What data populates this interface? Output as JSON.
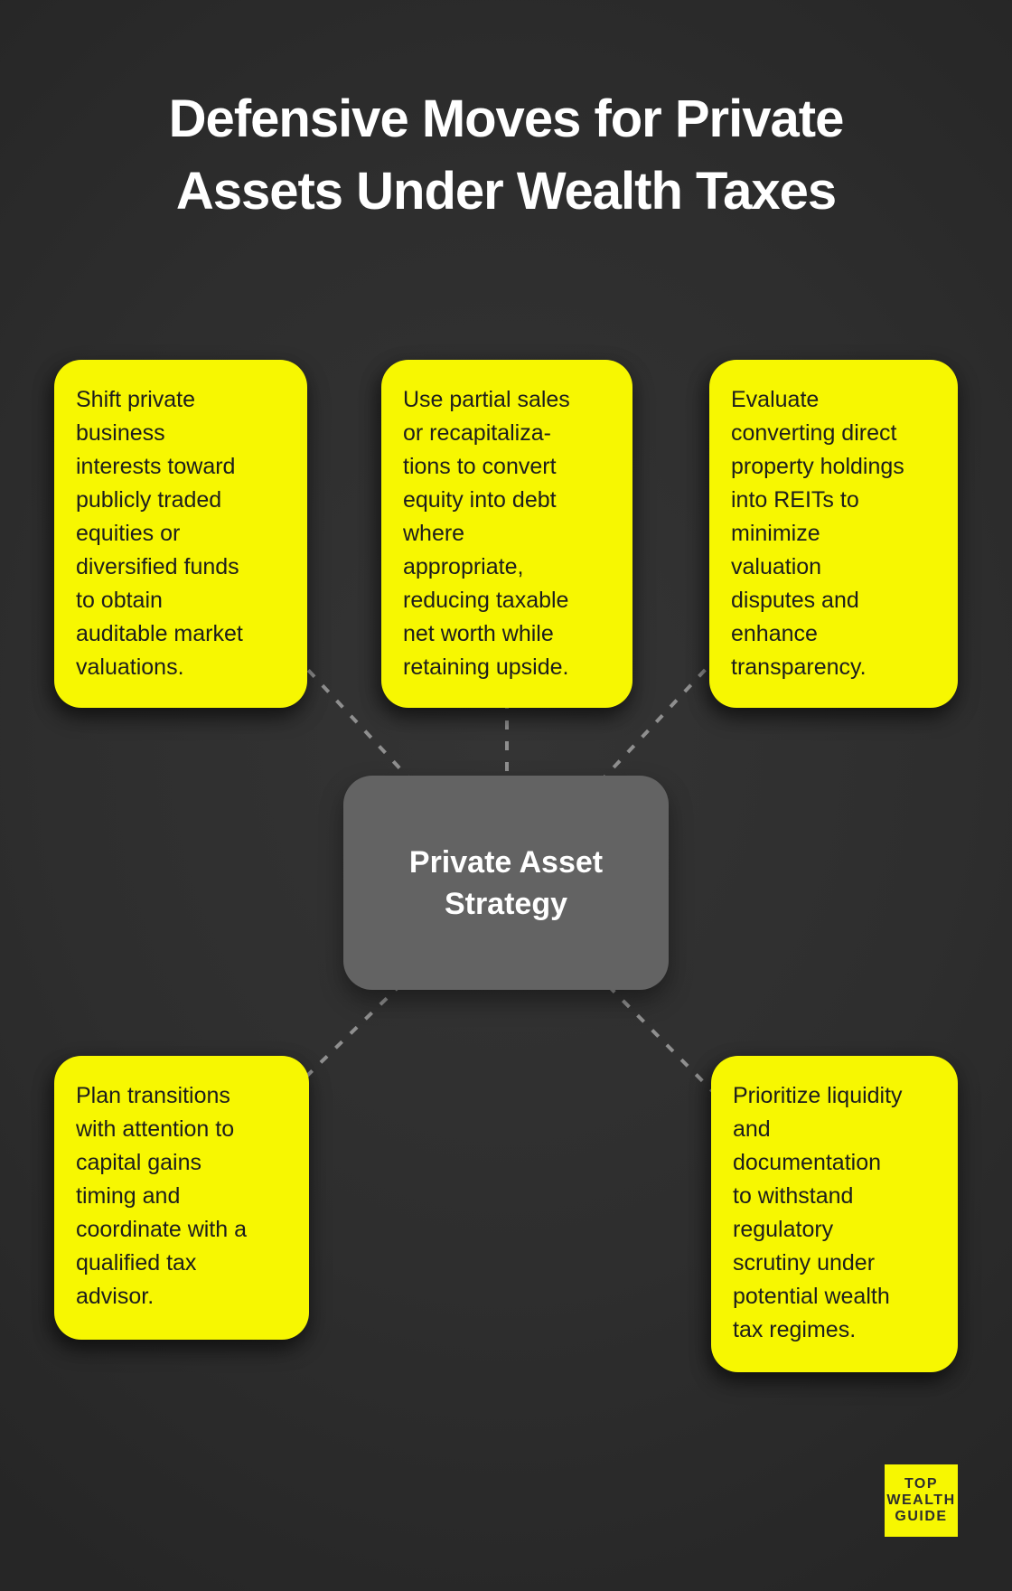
{
  "title": "Defensive Moves for Private\nAssets Under Wealth Taxes",
  "center_node": {
    "label": "Private Asset\nStrategy"
  },
  "cards": [
    {
      "id": "top-left",
      "text": "Shift private\nbusiness\ninterests toward\npublicly traded\nequities or\ndiversified funds\nto obtain\nauditable market\nvaluations."
    },
    {
      "id": "top-center",
      "text": "Use partial sales\nor recapitaliza-\ntions to convert\nequity into debt\nwhere\nappropriate,\nreducing taxable\nnet worth while\nretaining upside."
    },
    {
      "id": "top-right",
      "text": "Evaluate\nconverting direct\nproperty holdings\ninto REITs to\nminimize\nvaluation\ndisputes and\nenhance\ntransparency."
    },
    {
      "id": "bottom-left",
      "text": "Plan transitions\nwith attention to\ncapital gains\ntiming and\ncoordinate with a\nqualified tax\nadvisor."
    },
    {
      "id": "bottom-right",
      "text": "Prioritize liquidity\nand\ndocumentation\nto withstand\nregulatory\nscrutiny under\npotential wealth\ntax regimes."
    }
  ],
  "logo": {
    "lines": [
      "TOP",
      "WEALTH",
      "GUIDE"
    ]
  },
  "colors": {
    "background": "#2e2e2e",
    "card_yellow": "#f7f701",
    "center_gray": "#636363",
    "connector_gray": "#8f8f8f",
    "card_text": "#1d1d1d",
    "title_text": "#ffffff"
  }
}
